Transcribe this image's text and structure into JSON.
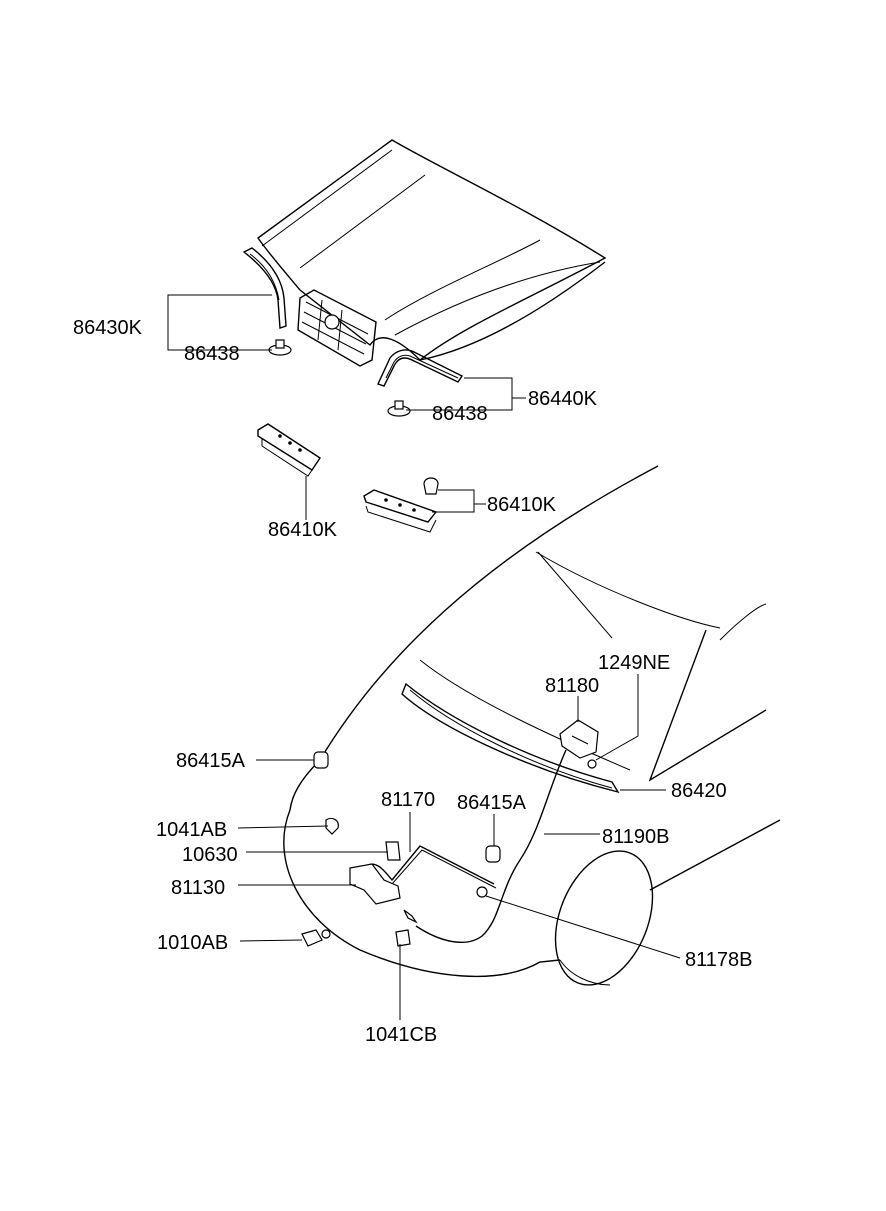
{
  "labels": {
    "p86430K": "86430K",
    "p86438_left": "86438",
    "p86440K": "86440K",
    "p86438_right": "86438",
    "p86410K_left": "86410K",
    "p86410K_right": "86410K",
    "p1249NE": "1249NE",
    "p81180": "81180",
    "p86415A_left": "86415A",
    "p81170": "81170",
    "p86420": "86420",
    "p86415A_mid": "86415A",
    "p1041AB": "1041AB",
    "p81190B": "81190B",
    "p10630": "10630",
    "p81130": "81130",
    "p1010AB": "1010AB",
    "p81178B": "81178B",
    "p1041CB": "1041CB"
  }
}
